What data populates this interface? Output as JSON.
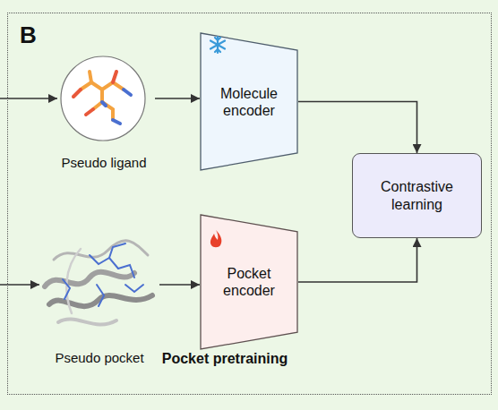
{
  "diagram": {
    "nodes": [
      {
        "text": [
          "Pocket pretraining"
        ]
      },
      {
        "text": [
          "Pseudo ligand"
        ],
        "in": 0
      },
      {
        "text": [
          "Molecule encoder"
        ],
        "in": 0
      },
      {
        "text": [
          "Contrastive learning"
        ],
        "in": 0
      },
      {
        "text": [
          "Pseudo pocket"
        ],
        "in": 0
      },
      {
        "text": [
          "Pocket encoder"
        ],
        "in": 0
      }
    ],
    "edges": [
      {
        "from": 1,
        "to": 2,
        "arrow": "to"
      },
      {
        "from": 4,
        "to": 5,
        "arrow": "to"
      },
      {
        "from": 2,
        "to": 3,
        "arrow": "to"
      },
      {
        "from": 5,
        "to": 3,
        "arrow": "to"
      }
    ],
    "labels": [
      "B"
    ]
  }
}
